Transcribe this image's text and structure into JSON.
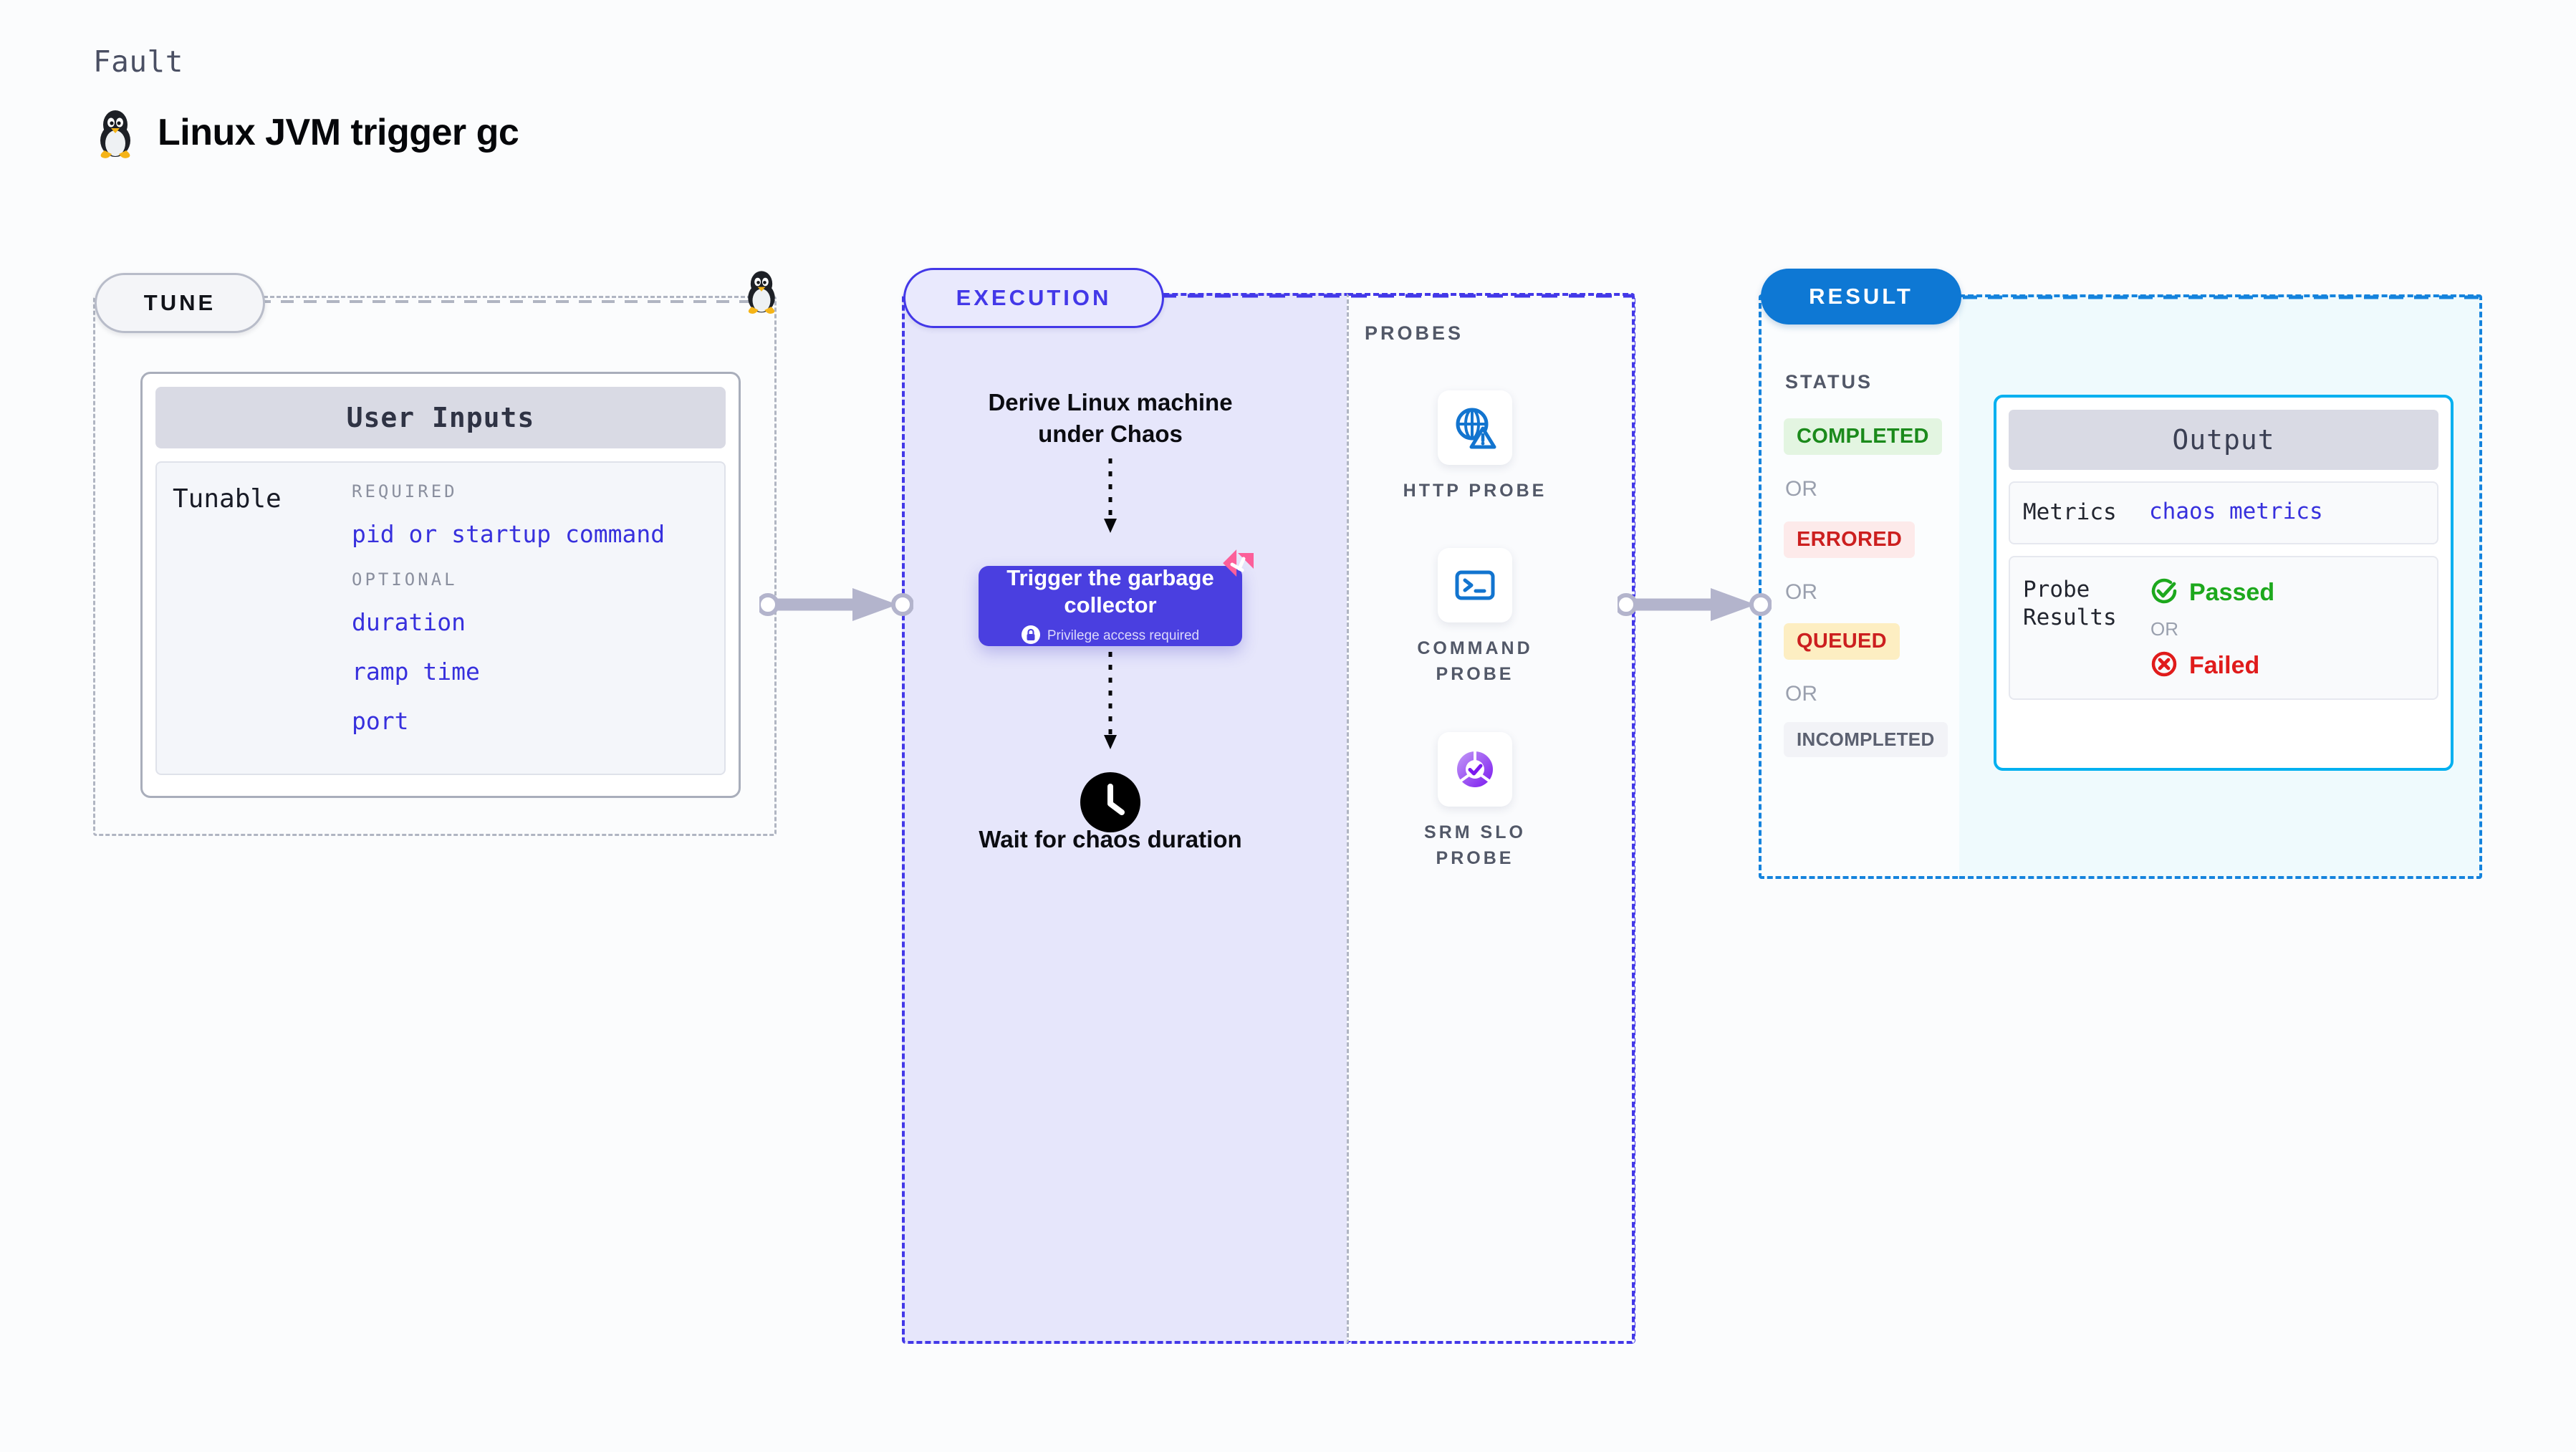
{
  "header": {
    "kicker": "Fault",
    "title": "Linux JVM trigger gc",
    "icon": "tux-penguin-icon"
  },
  "tune": {
    "pill_label": "TUNE",
    "edge_icon": "tux-penguin-icon",
    "card_title": "User Inputs",
    "tunable_label": "Tunable",
    "required_label": "REQUIRED",
    "required_values": [
      "pid or startup command"
    ],
    "optional_label": "OPTIONAL",
    "optional_values": [
      "duration",
      "ramp time",
      "port"
    ]
  },
  "execution": {
    "pill_label": "EXECUTION",
    "step_derive": "Derive Linux machine under Chaos",
    "action_card": {
      "title": "Trigger the garbage collector",
      "privilege_note": "Privilege access required",
      "lock_icon": "lock-icon",
      "ribbon_icon": "chaos-pinwheel-icon",
      "bg_color": "#4a3fe0"
    },
    "step_wait": "Wait for chaos duration",
    "clock_icon": "clock-icon"
  },
  "probes": {
    "title": "PROBES",
    "items": [
      {
        "label": "HTTP PROBE",
        "icon": "globe-warning-icon",
        "color": "#1274cf"
      },
      {
        "label": "COMMAND PROBE",
        "icon": "terminal-icon",
        "color": "#1274cf"
      },
      {
        "label": "SRM SLO PROBE",
        "icon": "slo-donut-check-icon",
        "color": "#8b3ef0"
      }
    ]
  },
  "result": {
    "pill_label": "RESULT",
    "status_title": "STATUS",
    "or_label": "OR",
    "statuses": [
      {
        "label": "COMPLETED",
        "bg": "#e3f5e1",
        "fg": "#1b8a1b"
      },
      {
        "label": "ERRORED",
        "bg": "#fdeaea",
        "fg": "#cc1f1f"
      },
      {
        "label": "QUEUED",
        "bg": "#fdeec2",
        "fg": "#cc1f1f"
      },
      {
        "label": "INCOMPLETED",
        "bg": "#f2f3f7",
        "fg": "#5b6070"
      }
    ]
  },
  "output": {
    "card_title": "Output",
    "metrics_key": "Metrics",
    "metrics_value": "chaos metrics",
    "probe_results_key": "Probe Results",
    "or_label": "OR",
    "passed_label": "Passed",
    "passed_icon": "check-circle-icon",
    "passed_color": "#1da81d",
    "failed_label": "Failed",
    "failed_icon": "x-circle-icon",
    "failed_color": "#e01b1b"
  },
  "connectors": {
    "tune_to_execution": "arrow-right-icon",
    "probes_to_result": "arrow-right-icon"
  }
}
